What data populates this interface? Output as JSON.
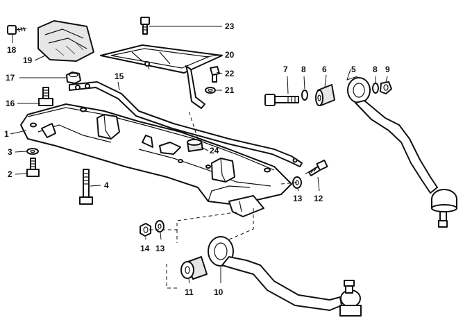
{
  "diagram": {
    "callouts": {
      "c1": "1",
      "c2": "2",
      "c3": "3",
      "c4": "4",
      "c5": "5",
      "c6": "6",
      "c7": "7",
      "c8a": "8",
      "c8b": "8",
      "c9": "9",
      "c10": "10",
      "c11": "11",
      "c12": "12",
      "c13a": "13",
      "c13b": "13",
      "c14": "14",
      "c15": "15",
      "c16": "16",
      "c17": "17",
      "c18": "18",
      "c19": "19",
      "c20": "20",
      "c21": "21",
      "c22": "22",
      "c23": "23",
      "c24": "24"
    },
    "colors": {
      "ink": "#111111",
      "paper": "#ffffff",
      "shade": "#e6e6e6"
    }
  }
}
